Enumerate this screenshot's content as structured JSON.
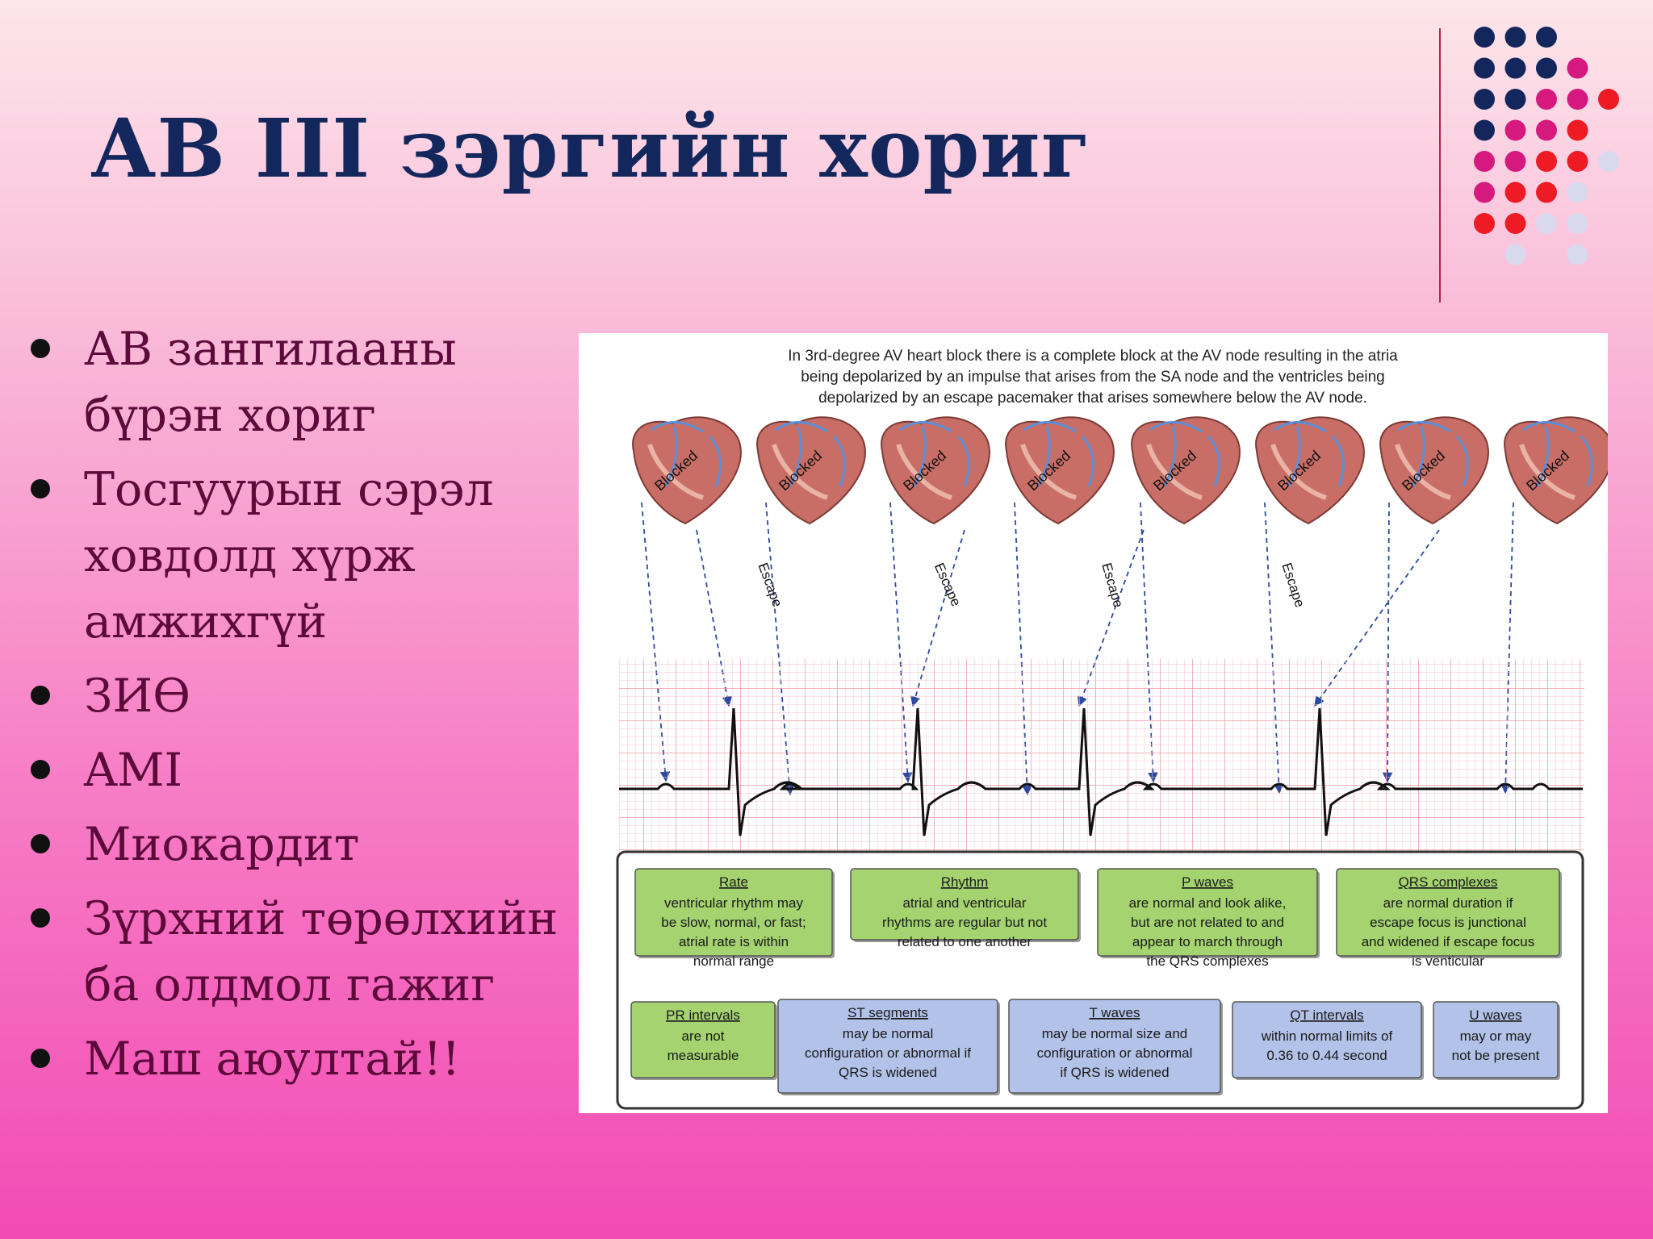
{
  "title": "АВ III зэргийн хориг",
  "bullets": [
    "АВ зангилааны бүрэн хориг",
    "Тосгуурын сэрэл ховдолд хүрж амжихгүй",
    "ЗИӨ",
    "AMI",
    "Миокардит",
    "Зүрхний төрөлхийн ба олдмол гажиг",
    "Маш аюултай!!"
  ],
  "figure": {
    "caption": [
      "In 3rd-degree AV heart block there is a complete block at the AV node resulting in the atria",
      "being depolarized by an impulse that arises from the SA node and the ventricles being",
      "depolarized by an escape pacemaker that arises somewhere below the AV node."
    ],
    "heart_label": "Blocked",
    "escape_label": "Escape",
    "boxes": [
      {
        "title": "Rate",
        "lines": [
          "ventricular rhythm may",
          "be slow, normal, or fast;",
          "atrial rate is within",
          "normal range"
        ]
      },
      {
        "title": "Rhythm",
        "lines": [
          "atrial and ventricular",
          "rhythms are regular but not",
          "related to one another"
        ]
      },
      {
        "title": "P waves",
        "lines": [
          "are normal and look alike,",
          "but are not related to and",
          "appear to march through",
          "the QRS complexes"
        ]
      },
      {
        "title": "QRS complexes",
        "lines": [
          "are normal duration if",
          "escape focus is junctional",
          "and widened if escape focus",
          "is venticular"
        ]
      },
      {
        "title": "PR intervals",
        "lines": [
          "are not",
          "measurable"
        ]
      },
      {
        "title": "ST segments",
        "lines": [
          "may be normal",
          "configuration or abnormal if",
          "QRS is widened"
        ]
      },
      {
        "title": "T waves",
        "lines": [
          "may be normal size and",
          "configuration or abnormal",
          "if QRS is widened"
        ]
      },
      {
        "title": "QT intervals",
        "lines": [
          "within normal limits of",
          "0.36 to 0.44 second"
        ]
      },
      {
        "title": "U waves",
        "lines": [
          "may or may",
          "not be present"
        ]
      }
    ]
  },
  "colors": {
    "title": "#13275d",
    "bullet_text": "#5c0a3a",
    "green_box": "#a4d36f",
    "blue_box": "#b3c2e8",
    "ecg_grid": "#f19aa6",
    "dots": [
      "#13275d",
      "#d6197f",
      "#ee1a24",
      "#d9d9ee"
    ]
  }
}
